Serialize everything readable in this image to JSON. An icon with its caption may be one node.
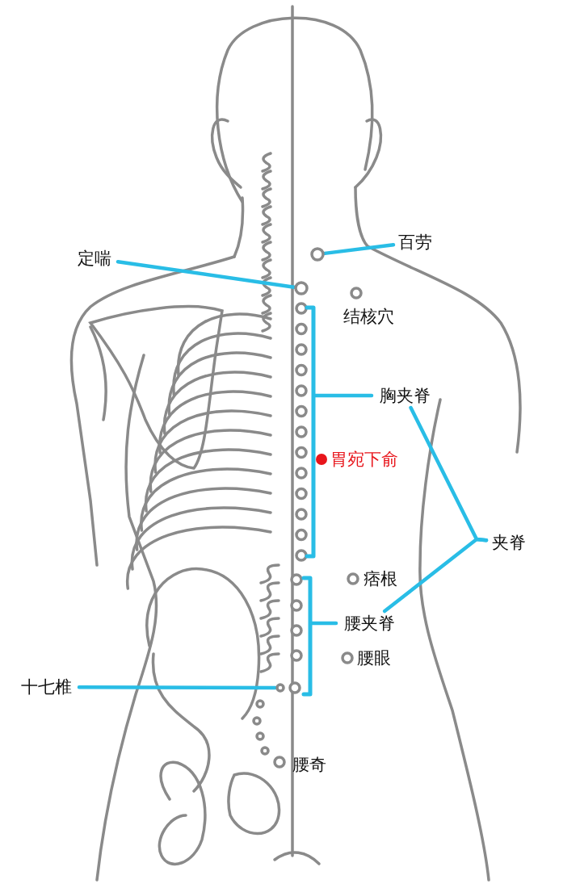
{
  "diagram": {
    "nodes": [
      {
        "text": [
          "百劳"
        ]
      },
      {
        "text": [],
        "shape": "circle"
      },
      {
        "text": [
          "定喘"
        ]
      },
      {
        "text": [],
        "shape": "circle"
      },
      {
        "text": [
          "胸夹脊"
        ]
      },
      {
        "text": [],
        "shape": "bracket"
      },
      {
        "text": [
          "夹脊"
        ]
      },
      {
        "text": [
          "腰夹脊"
        ]
      },
      {
        "text": [],
        "shape": "bracket"
      },
      {
        "text": [
          "十七椎"
        ]
      },
      {
        "text": [],
        "shape": "circle"
      }
    ],
    "edges": [
      {
        "from": 0,
        "to": 1,
        "arrow": "none"
      },
      {
        "from": 2,
        "to": 3,
        "arrow": "none"
      },
      {
        "from": 4,
        "to": 5,
        "arrow": "none"
      },
      {
        "from": 6,
        "to": 4,
        "arrow": "none"
      },
      {
        "from": 6,
        "to": 7,
        "arrow": "none"
      },
      {
        "from": 7,
        "to": 8,
        "arrow": "none"
      },
      {
        "from": 9,
        "to": 10,
        "arrow": "none"
      }
    ],
    "labels": [
      "结核穴",
      "胃宛下俞",
      "痞根",
      "腰眼",
      "腰奇"
    ]
  }
}
